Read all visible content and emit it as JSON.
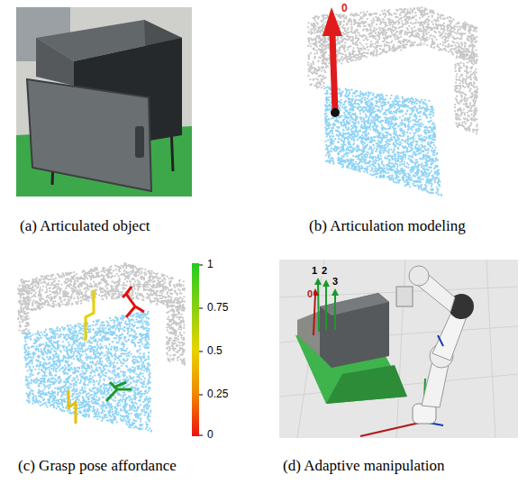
{
  "diagram": {
    "labels": [
      "(a) Articulated object",
      "0",
      "(b) Articulation modeling",
      "1",
      "0.75",
      "0.5",
      "0.25",
      "0",
      "(c) Grasp pose affordance",
      "1",
      "2",
      "0",
      "3",
      "(d) Adaptive manipulation"
    ]
  }
}
